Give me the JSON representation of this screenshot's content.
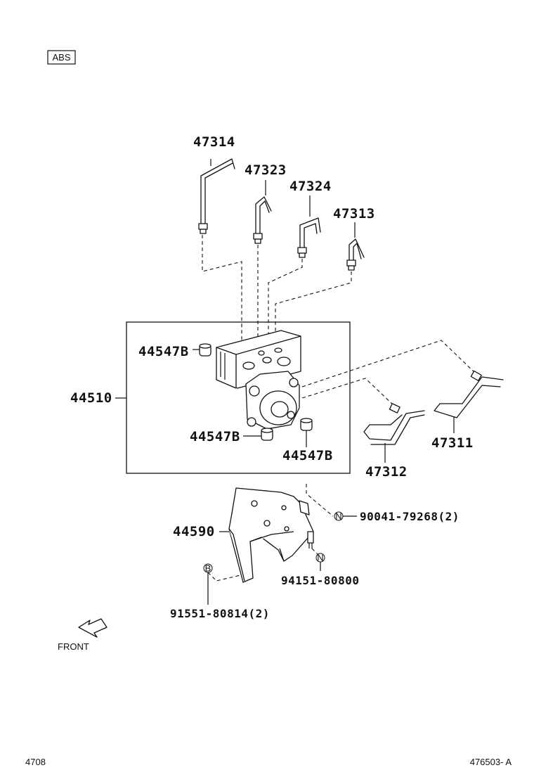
{
  "badge": "ABS",
  "labels": {
    "p47314": "47314",
    "p47323": "47323",
    "p47324": "47324",
    "p47313": "47313",
    "p44547b_1": "44547B",
    "p44510": "44510",
    "p44547b_2": "44547B",
    "p44547b_3": "44547B",
    "p47311": "47311",
    "p47312": "47312",
    "p90041": "90041-79268(2)",
    "p44590": "44590",
    "p94151": "94151-80800",
    "p91551": "91551-80814(2)"
  },
  "markers": {
    "n1": "N",
    "n2": "N",
    "b1": "B"
  },
  "front_label": "FRONT",
  "footer": {
    "left": "4708",
    "right": "476503- A"
  }
}
